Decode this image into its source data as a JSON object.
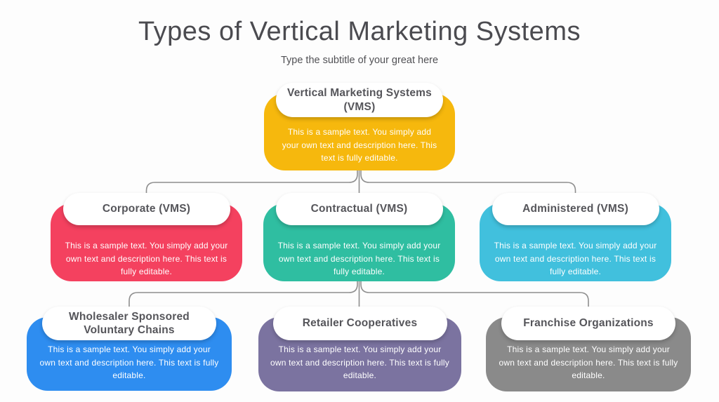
{
  "header": {
    "title": "Types of Vertical Marketing Systems",
    "subtitle": "Type the subtitle of your great here"
  },
  "colors": {
    "title_text": "#4b4b50",
    "node_title_text": "#55555a",
    "body_text": "#ffffff",
    "connector": "#8f8f8f",
    "background": "#fdfdfd",
    "root": "#F6B80D",
    "corporate": "#F4415F",
    "contractual": "#2FBEA1",
    "administered": "#41C0DD",
    "wholesaler": "#2E8DF0",
    "retailer": "#7B73A0",
    "franchise": "#8A8A8A"
  },
  "nodes": {
    "root": {
      "title": "Vertical Marketing Systems (VMS)",
      "body": "This is a sample text. You simply add your own text and description here. This text is fully editable."
    },
    "corporate": {
      "title": "Corporate (VMS)",
      "body": "This is a sample text. You simply add your own text and description here. This text is fully editable."
    },
    "contractual": {
      "title": "Contractual (VMS)",
      "body": "This is a sample text. You simply add your own text and description here. This text is fully editable."
    },
    "administered": {
      "title": "Administered (VMS)",
      "body": "This is a sample text. You simply add your own text and description here. This text is fully editable."
    },
    "wholesaler": {
      "title": "Wholesaler Sponsored Voluntary Chains",
      "body": "This is a sample text. You simply add your own text and description here. This text is fully editable."
    },
    "retailer": {
      "title": "Retailer Cooperatives",
      "body": "This is a sample text. You simply add your own text and description here. This text is fully editable."
    },
    "franchise": {
      "title": "Franchise Organizations",
      "body": "This is a sample text. You simply add your own text and description here. This text is fully editable."
    }
  }
}
